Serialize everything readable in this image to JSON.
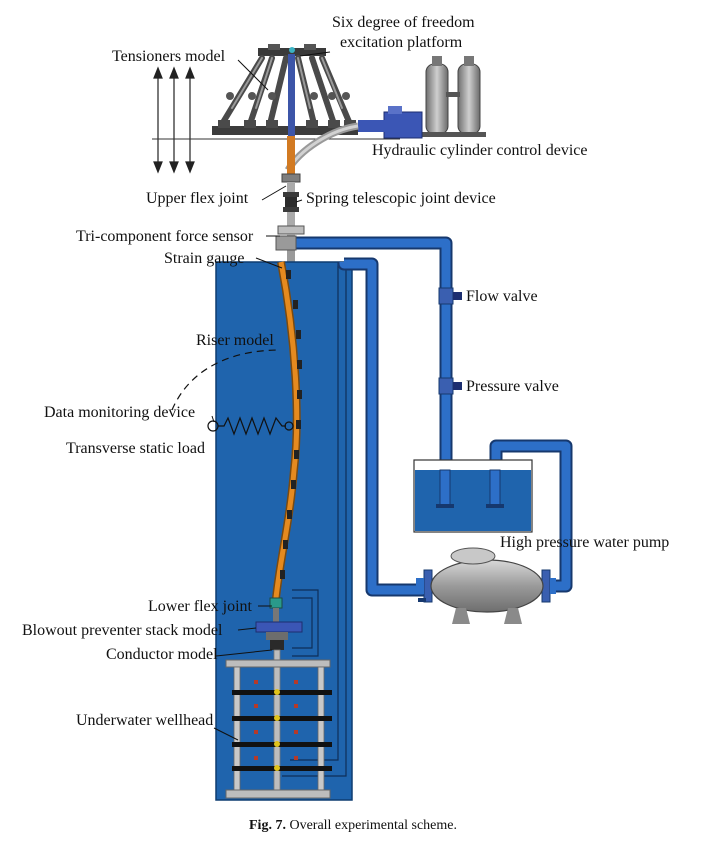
{
  "labels": {
    "six_dof_line1": "Six degree of freedom",
    "six_dof_line2": "excitation platform",
    "tensioners_model": "Tensioners model",
    "hydraulic_cylinder": "Hydraulic cylinder control device",
    "upper_flex_joint": "Upper flex joint",
    "spring_telescopic": "Spring telescopic joint device",
    "tri_component": "Tri-component force sensor",
    "strain_gauge": "Strain gauge",
    "flow_valve": "Flow valve",
    "riser_model": "Riser model",
    "pressure_valve": "Pressure valve",
    "data_monitoring": "Data monitoring device",
    "transverse_load": "Transverse static load",
    "water_pump": "High pressure water pump",
    "lower_flex_joint": "Lower flex joint",
    "bop_stack": "Blowout preventer stack model",
    "conductor_model": "Conductor model",
    "underwater_wellhead": "Underwater wellhead"
  },
  "caption": {
    "prefix": "Fig. 7.",
    "text": "Overall experimental scheme."
  },
  "colors": {
    "tank_blue": "#1f64ad",
    "pipe_blue": "#2d6fc8",
    "riser_orange": "#e58a1f",
    "gray_metal": "#8c8c8c",
    "dark": "#333333"
  }
}
